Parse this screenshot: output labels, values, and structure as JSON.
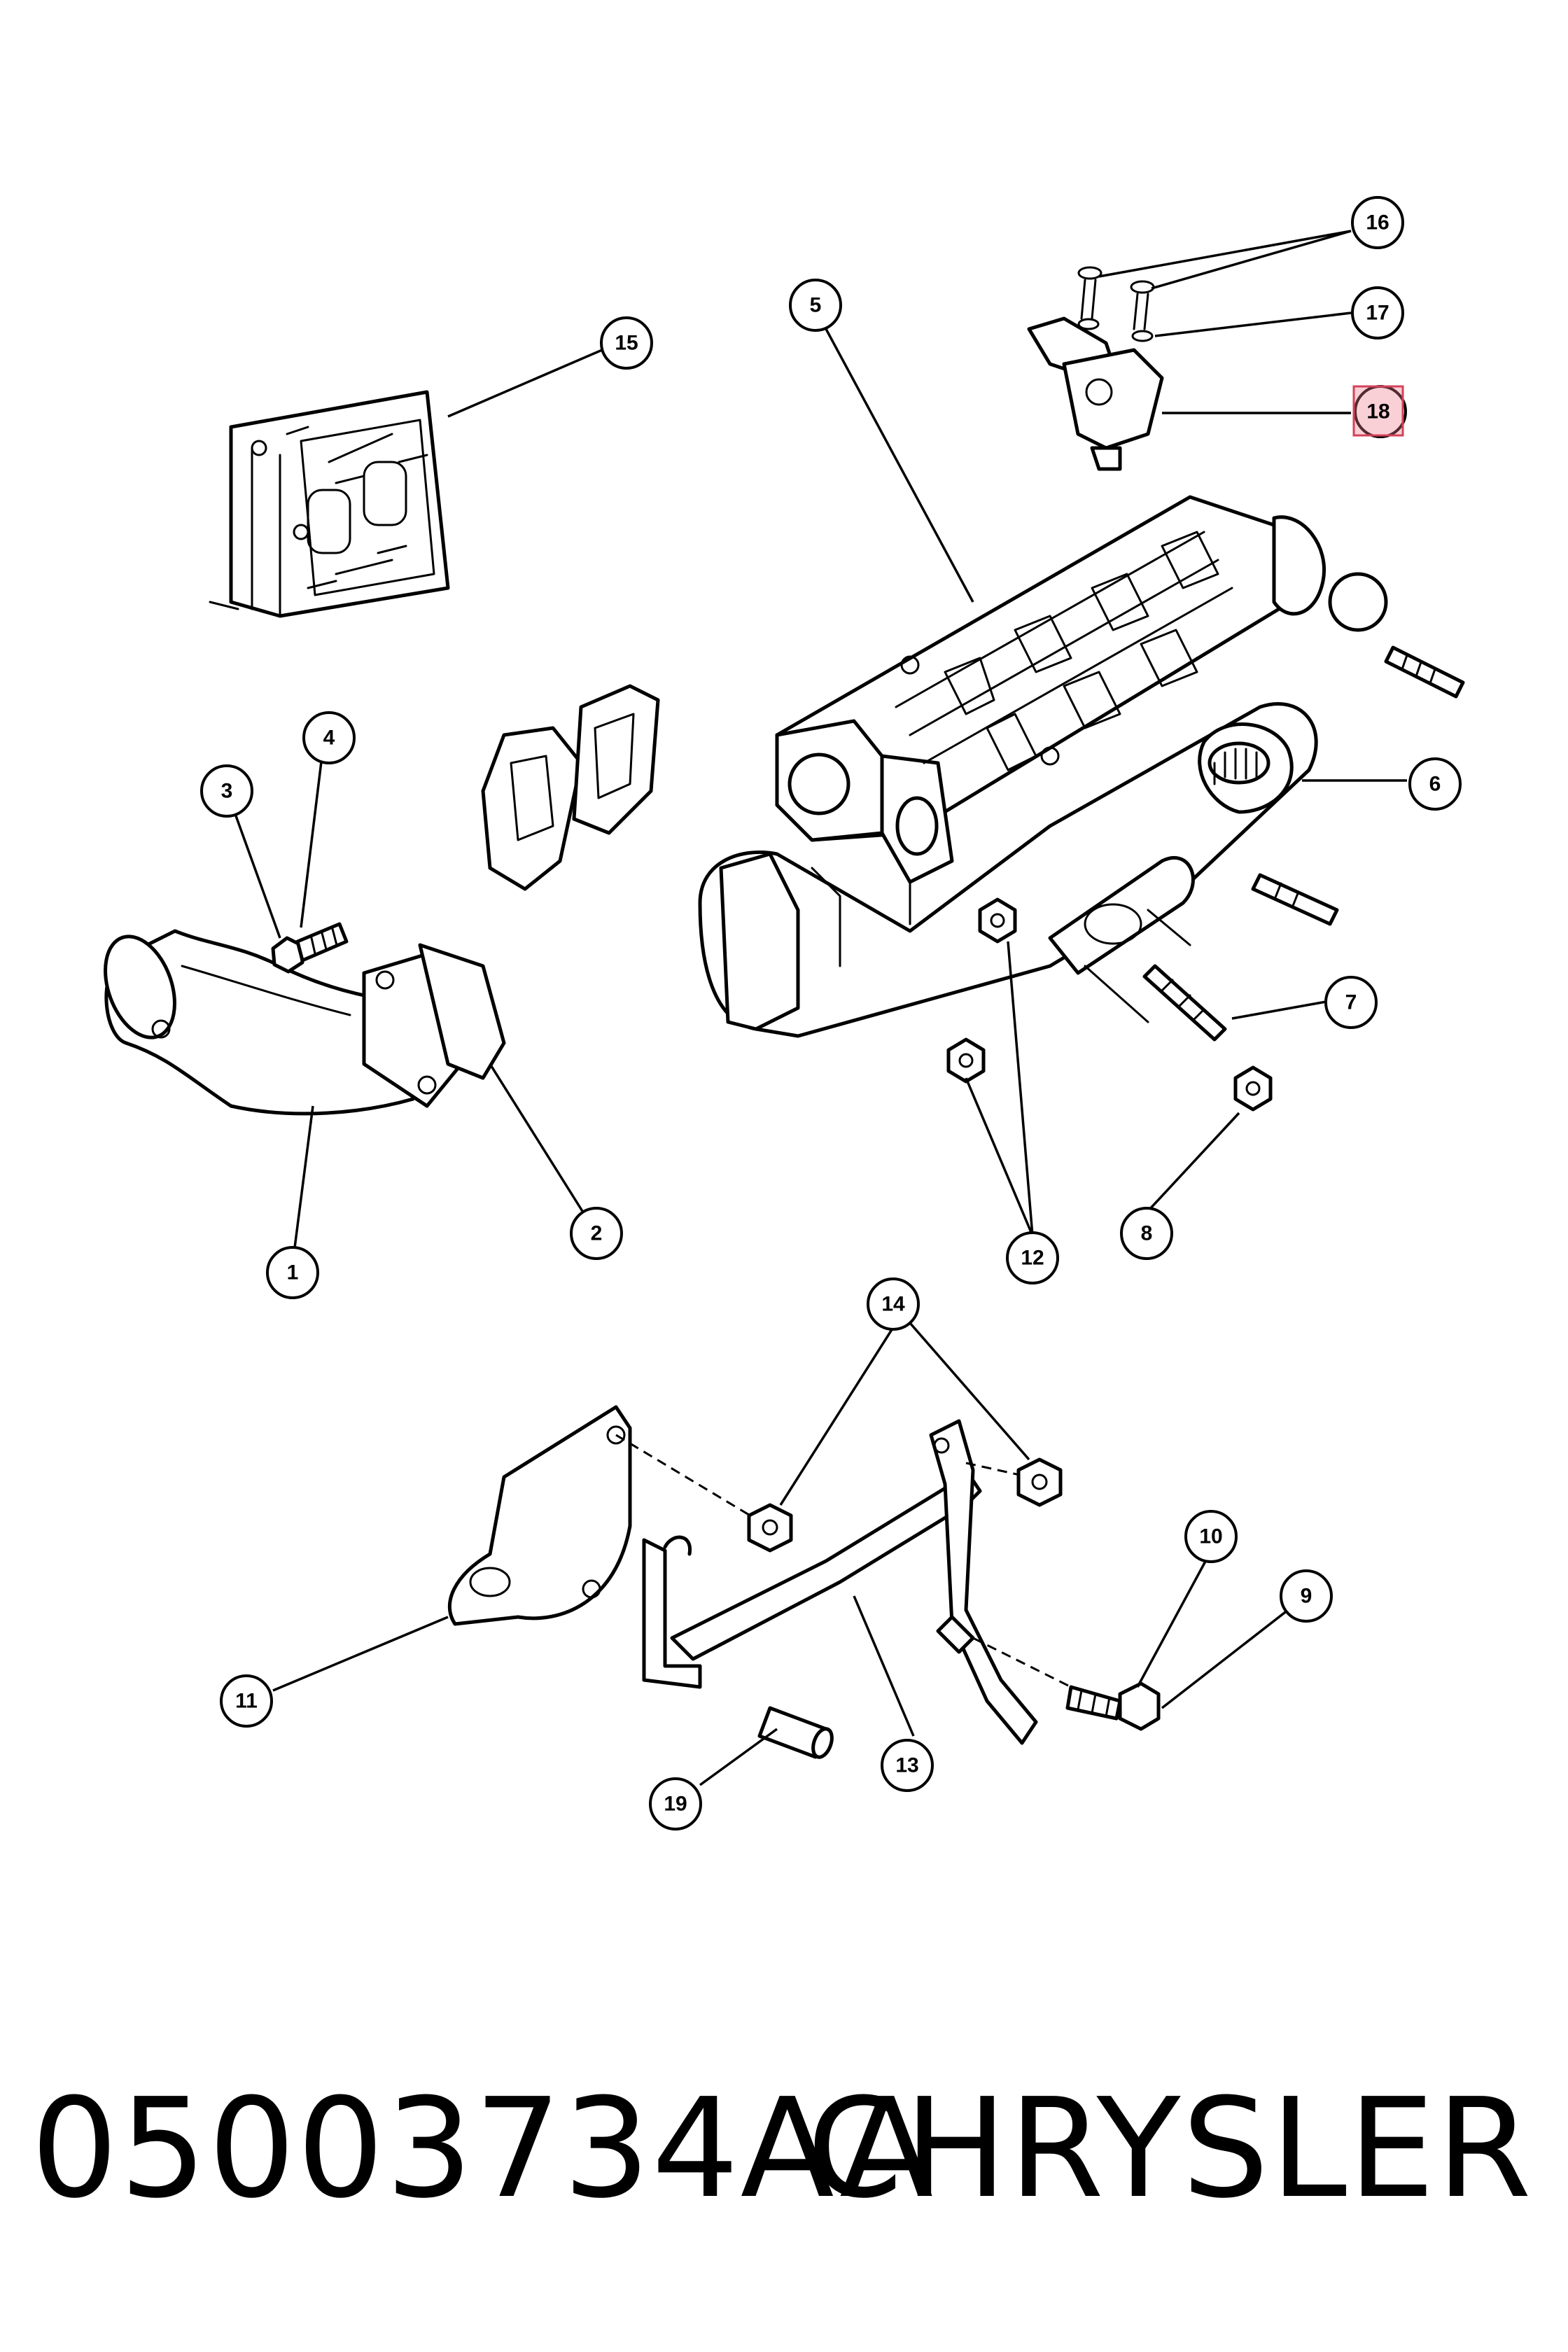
{
  "footer": {
    "part_number": "05003734AA",
    "brand": "CHRYSLER"
  },
  "callouts": {
    "c1": "1",
    "c2": "2",
    "c3": "3",
    "c4": "4",
    "c5": "5",
    "c6": "6",
    "c7": "7",
    "c8": "8",
    "c9": "9",
    "c10": "10",
    "c11": "11",
    "c12": "12",
    "c13": "13",
    "c14": "14",
    "c15": "15",
    "c16": "16",
    "c17": "17",
    "c18": "18",
    "c19": "19"
  },
  "highlighted_callout": "18",
  "colors": {
    "line": "#000000",
    "background": "#ffffff",
    "highlight": "#d4425a"
  }
}
